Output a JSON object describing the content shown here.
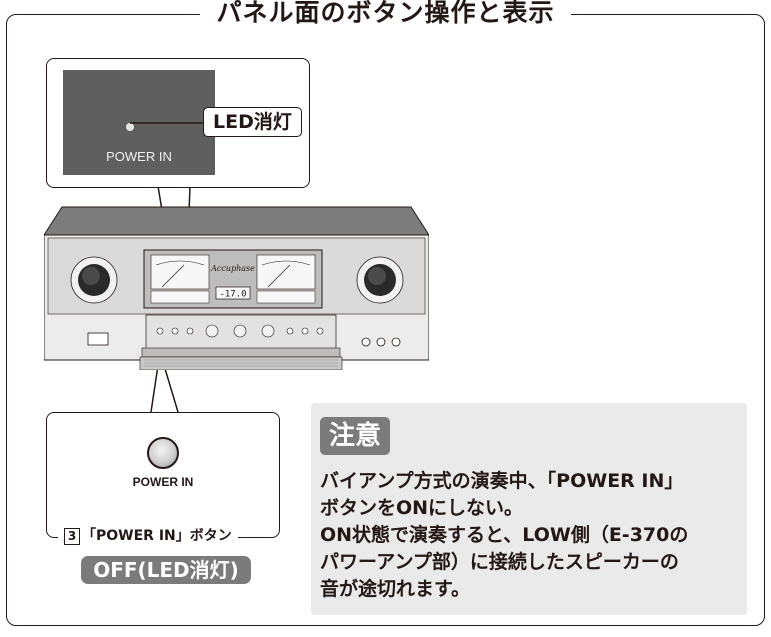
{
  "title": "パネル面のボタン操作と表示",
  "top_callout": {
    "pin_label": "POWER IN",
    "status_tag": "LED消灯"
  },
  "amplifier": {
    "meter_readout": "-17.0",
    "brand_script": "Accuphase"
  },
  "bottom_callout": {
    "button_label": "POWER IN",
    "caption_number": "3",
    "caption_text": "「POWER IN」ボタン",
    "state_label": "OFF(LED消灯)"
  },
  "caution": {
    "heading": "注意",
    "lines": [
      "バイアンプ方式の演奏中、「POWER IN」",
      "ボタンをONにしない。",
      "ON状態で演奏すると、LOW側（E-370の",
      "パワーアンプ部）に接続したスピーカーの",
      "音が途切れます。"
    ]
  }
}
